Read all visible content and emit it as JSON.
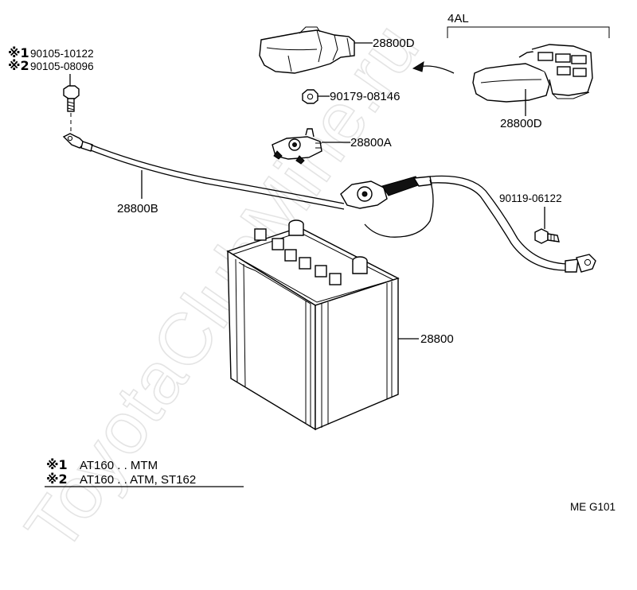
{
  "watermark": "ToyotaClubMine.ru",
  "group_label": "4AL",
  "parts": {
    "cover_detached": "28800D",
    "cover_installed": "28800D",
    "nut": "90179-08146",
    "clamp": "28800A",
    "bolt_ref1": "90105-10122",
    "bolt_ref2": "90105-08096",
    "ground_cable": "28800B",
    "cable_bolt": "90119-06122",
    "battery": "28800"
  },
  "markers": {
    "mark1": "※1",
    "mark2": "※2"
  },
  "legend": [
    {
      "mark": "※1",
      "text": "AT160 . . MTM"
    },
    {
      "mark": "※2",
      "text": "AT160 . . ATM, ST162"
    }
  ],
  "diagram_code": "ME G101"
}
